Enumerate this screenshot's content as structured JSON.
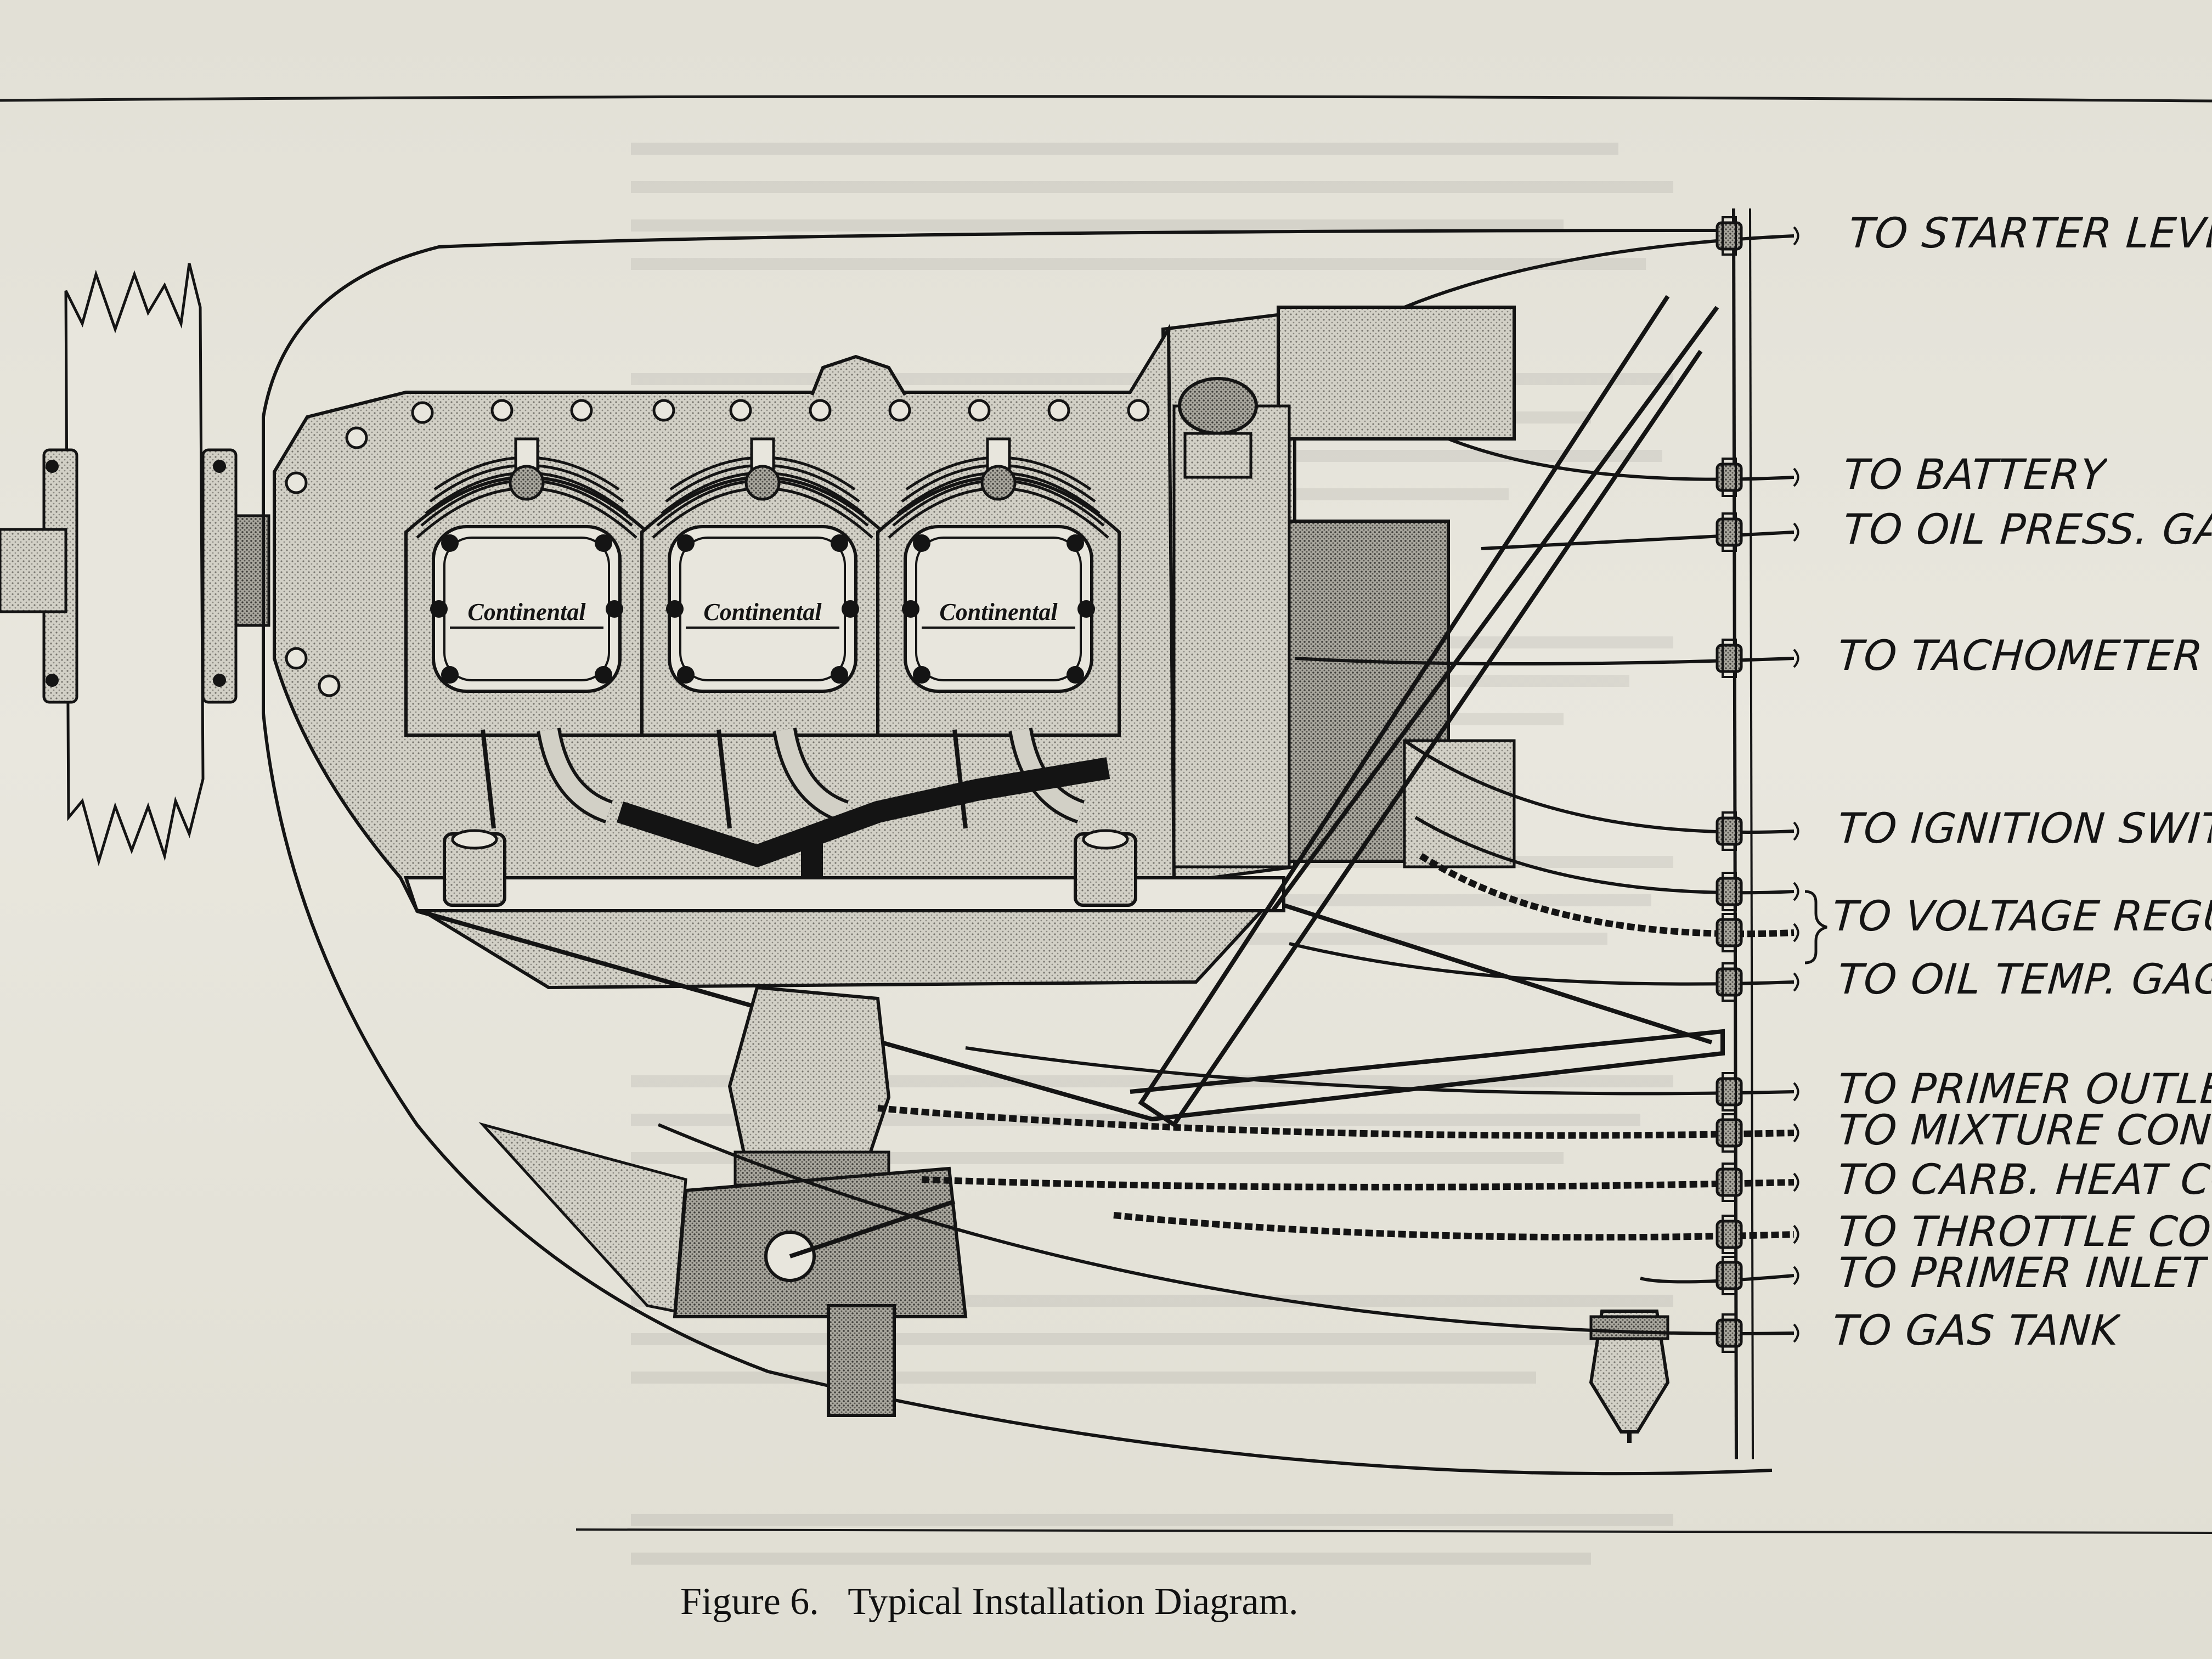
{
  "figure": {
    "number": "Figure 6.",
    "title": "Typical Installation Diagram."
  },
  "engine_brand": "Continental",
  "cylinder_count": 3,
  "connections": [
    {
      "label": "TO STARTER LEVER"
    },
    {
      "label": "TO BATTERY"
    },
    {
      "label": "TO OIL PRESS. GAGE"
    },
    {
      "label": "TO TACHOMETER"
    },
    {
      "label": "TO IGNITION SWITCH"
    },
    {
      "label": "TO VOLTAGE REGULATO"
    },
    {
      "label": "TO OIL TEMP. GAGE"
    },
    {
      "label": "TO PRIMER OUTLET"
    },
    {
      "label": "TO MIXTURE CONTROL"
    },
    {
      "label": "TO CARB. HEAT CONTR"
    },
    {
      "label": "TO THROTTLE CONTRO"
    },
    {
      "label": "TO PRIMER INLET"
    },
    {
      "label": "TO GAS TANK"
    }
  ],
  "colors": {
    "paper": "#e4e2d8",
    "ink": "#141414",
    "shade": "#8d8b83"
  }
}
